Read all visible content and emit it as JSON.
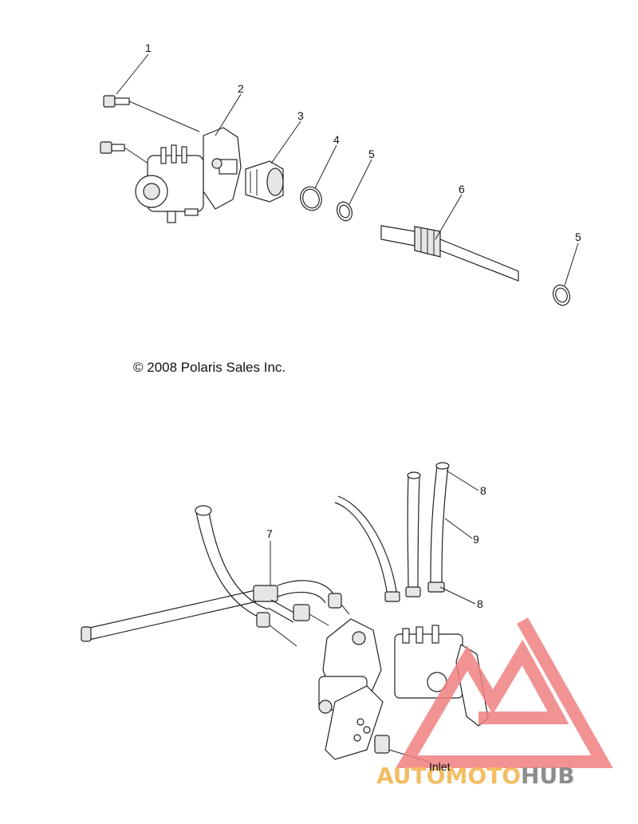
{
  "diagram": {
    "copyright": "© 2008 Polaris Sales Inc.",
    "inlet_label": "Inlet",
    "callouts_top": [
      "1",
      "2",
      "3",
      "4",
      "5",
      "6",
      "5"
    ],
    "callouts_bottom": [
      "7",
      "8",
      "9",
      "8"
    ]
  },
  "watermark": {
    "part1": "AUTO",
    "part2": "MOTO",
    "part3": "HUB",
    "colors": {
      "triangle": "#f08080",
      "auto_moto": "#f2b24a",
      "hub": "#7a7a7a"
    }
  }
}
